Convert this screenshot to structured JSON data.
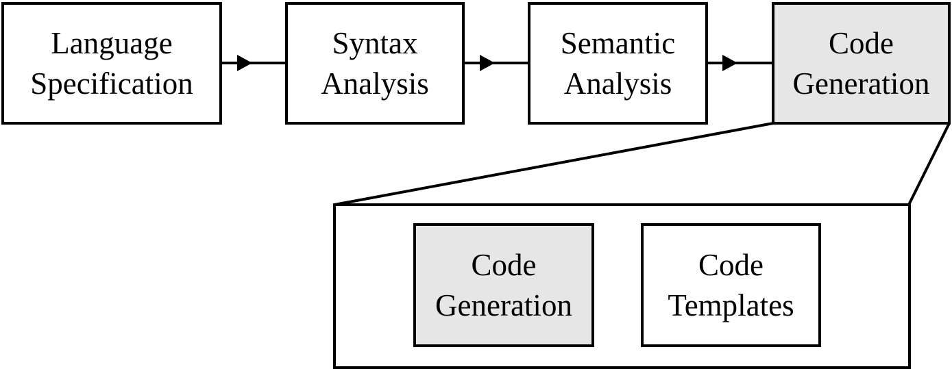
{
  "colors": {
    "stroke": "#000000",
    "background": "#ffffff",
    "highlight_fill": "#e6e6e6"
  },
  "pipeline": {
    "stages": [
      {
        "line1": "Language",
        "line2": "Specification",
        "highlighted": false
      },
      {
        "line1": "Syntax",
        "line2": "Analysis",
        "highlighted": false
      },
      {
        "line1": "Semantic",
        "line2": "Analysis",
        "highlighted": false
      },
      {
        "line1": "Code",
        "line2": "Generation",
        "highlighted": true
      }
    ]
  },
  "detail": {
    "components": [
      {
        "line1": "Code",
        "line2": "Generation",
        "highlighted": true
      },
      {
        "line1": "Code",
        "line2": "Templates",
        "highlighted": false
      }
    ]
  }
}
